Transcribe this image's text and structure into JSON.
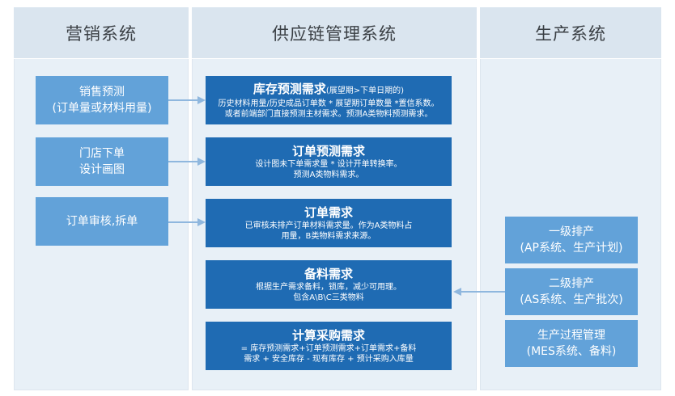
{
  "columns": {
    "marketing": "营销系统",
    "supply_chain": "供应链管理系统",
    "production": "生产系统"
  },
  "marketing_boxes": [
    {
      "line1": "销售预测",
      "line2": "(订单量或材料用量)"
    },
    {
      "line1": "门店下单",
      "line2": "设计画图"
    },
    {
      "line1": "订单审核,拆单",
      "line2": ""
    }
  ],
  "supply_boxes": [
    {
      "title": "库存预测需求",
      "note": "(展望期>下单日期的)",
      "desc1": "历史材料用量/历史成品订单数 * 展望期订单数量 *置信系数。",
      "desc2": "或者前端部门直接预测主材需求。预测A类物料预测需求。"
    },
    {
      "title": "订单预测需求",
      "note": "",
      "desc1": "设计图未下单需求量 * 设计开单转换率。",
      "desc2": "预测A类物料需求。"
    },
    {
      "title": "订单需求",
      "note": "",
      "desc1": "已审核未排产订单材料需求量。作为A类物料占",
      "desc2": "用量，B类物料需求来源。"
    },
    {
      "title": "备料需求",
      "note": "",
      "desc1": "根据生产需求备料，锁库，减少可用理。",
      "desc2": "包含A\\B\\C三类物料"
    },
    {
      "title": "计算采购需求",
      "note": "",
      "desc1": "= 库存预测需求+订单预测需求+订单需求+备料",
      "desc2": "需求 + 安全库存 - 现有库存 + 预计采购入库量"
    }
  ],
  "production_boxes": [
    {
      "line1": "一级排产",
      "line2": "(AP系统、生产计划)"
    },
    {
      "line1": "二级排产",
      "line2": "(AS系统、生产批次)"
    },
    {
      "line1": "生产过程管理",
      "line2": "(MES系统、备料)"
    }
  ]
}
